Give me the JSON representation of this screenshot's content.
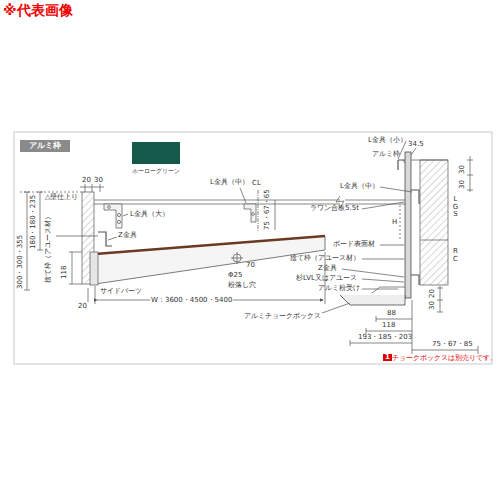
{
  "diagram": {
    "nodes": [
      {
        "text": [
          "アルミ枠"
        ]
      }
    ],
    "labels": [
      "※代表画像",
      "20",
      "30",
      "△壁仕上り",
      "300・300・355",
      "180・180・235",
      "捨て枠（アユース材）",
      "L金具（大）",
      "Z金具",
      "118",
      "20",
      "サイドパーツ",
      "W：3600・4500・5400",
      "L金具（中）",
      "CL",
      "75・67・65",
      "70",
      "Φ25",
      "粉落し穴",
      "L金具（小）",
      "34.5",
      "アルミ枠",
      "L金具（中）",
      "ラワン合板5.5t",
      "H",
      "ボード表面材",
      "捨て枠（アユース材）",
      "Z金具",
      "杉LVL又はアユース",
      "アルミ粉受け",
      "アルミチョークボックス",
      "88",
      "118",
      "193・185・203",
      "75・67・85",
      "30",
      "30",
      "LGS",
      "RC",
      "20",
      "30",
      "1",
      "チョークボックスは別売りです。"
    ],
    "legend": [
      {
        "text": "ホーローグリーン",
        "color": "#15594a"
      }
    ]
  }
}
